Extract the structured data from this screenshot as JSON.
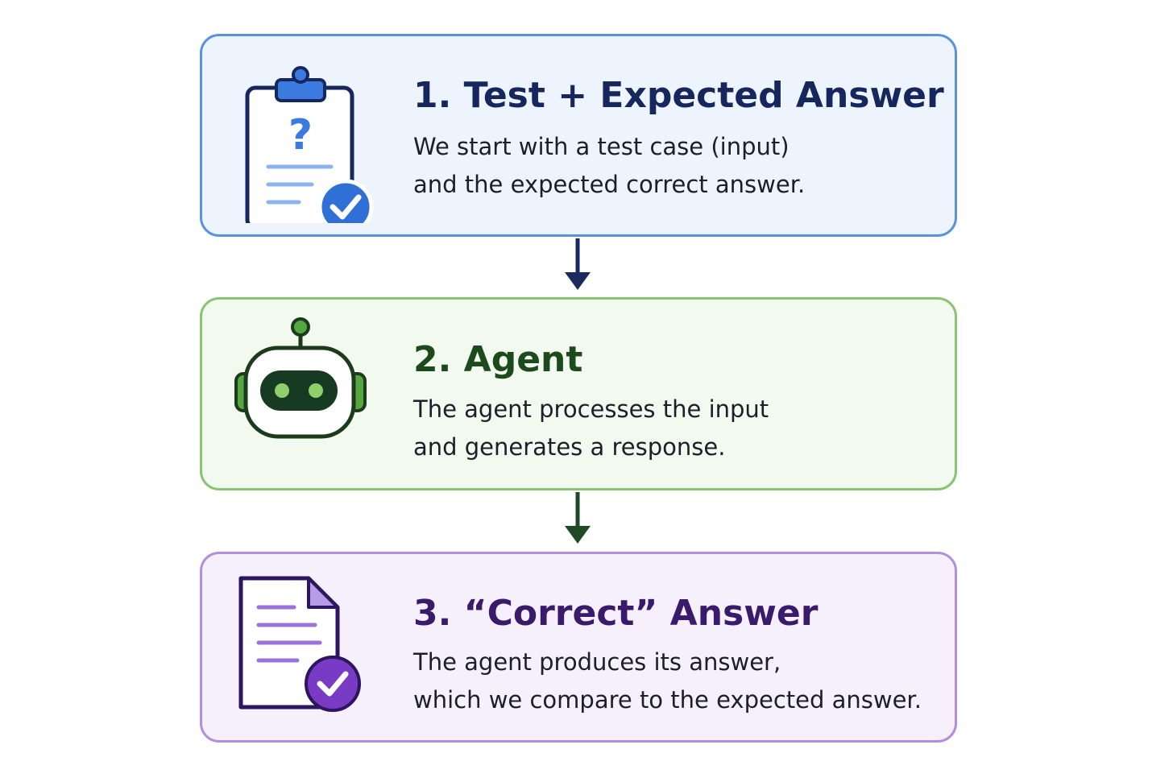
{
  "steps": [
    {
      "title": "1. Test + Expected Answer",
      "lines": [
        "We start with a test case (input)",
        "and the expected correct answer."
      ],
      "icon": "clipboard-question-icon",
      "accent": "#5b92dc"
    },
    {
      "title": "2. Agent",
      "lines": [
        "The agent processes the input",
        "and generates a response."
      ],
      "icon": "robot-icon",
      "accent": "#88c472"
    },
    {
      "title": "3. “Correct” Answer",
      "lines": [
        "The agent produces its answer,",
        "which we compare to the expected answer."
      ],
      "icon": "document-check-icon",
      "accent": "#b28fdb"
    }
  ],
  "colors": {
    "arrow_1": "#1b2a5e",
    "arrow_2": "#1f4a25"
  }
}
